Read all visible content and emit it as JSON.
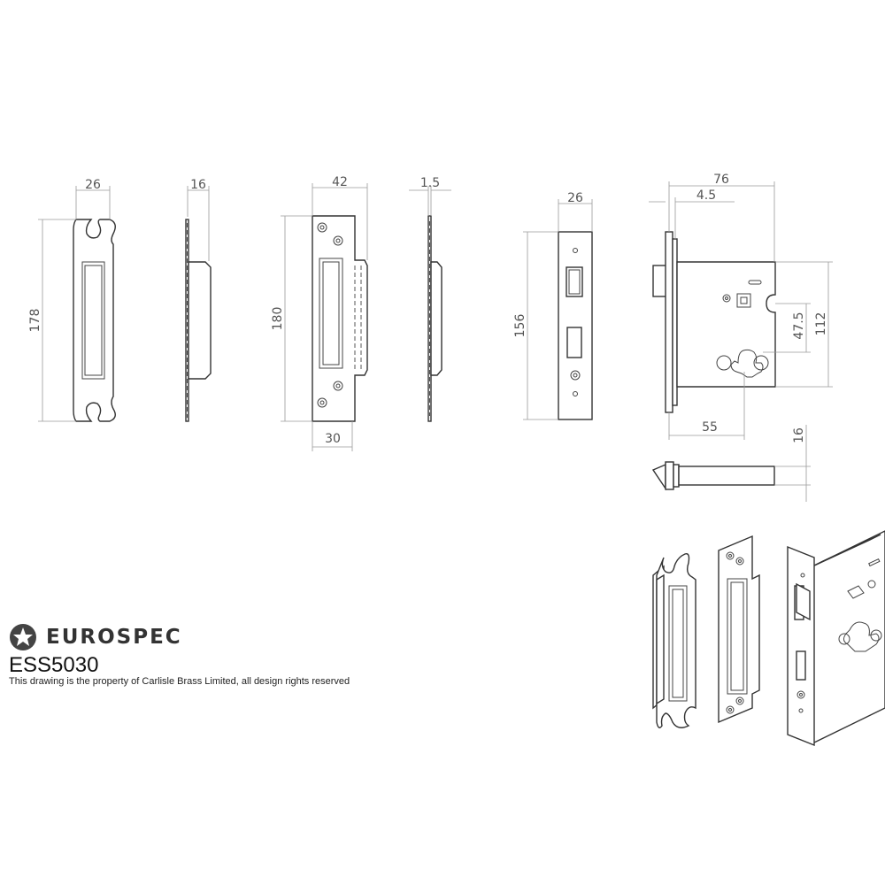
{
  "brand": {
    "name": "EUROSPEC",
    "product_code": "ESS5030",
    "copyright": "This drawing is the property of Carlisle Brass Limited, all design rights reserved"
  },
  "dimensions": {
    "box_keep_width": "26",
    "box_keep_height": "178",
    "box_keep_depth": "16",
    "strike_width": "42",
    "strike_height": "180",
    "strike_inner_width": "30",
    "strike_thickness": "1.5",
    "forend_width": "26",
    "forend_height": "156",
    "case_depth": "76",
    "forend_offset": "4.5",
    "case_height": "112",
    "centres": "47.5",
    "backset": "55",
    "bolt_thickness": "16"
  }
}
